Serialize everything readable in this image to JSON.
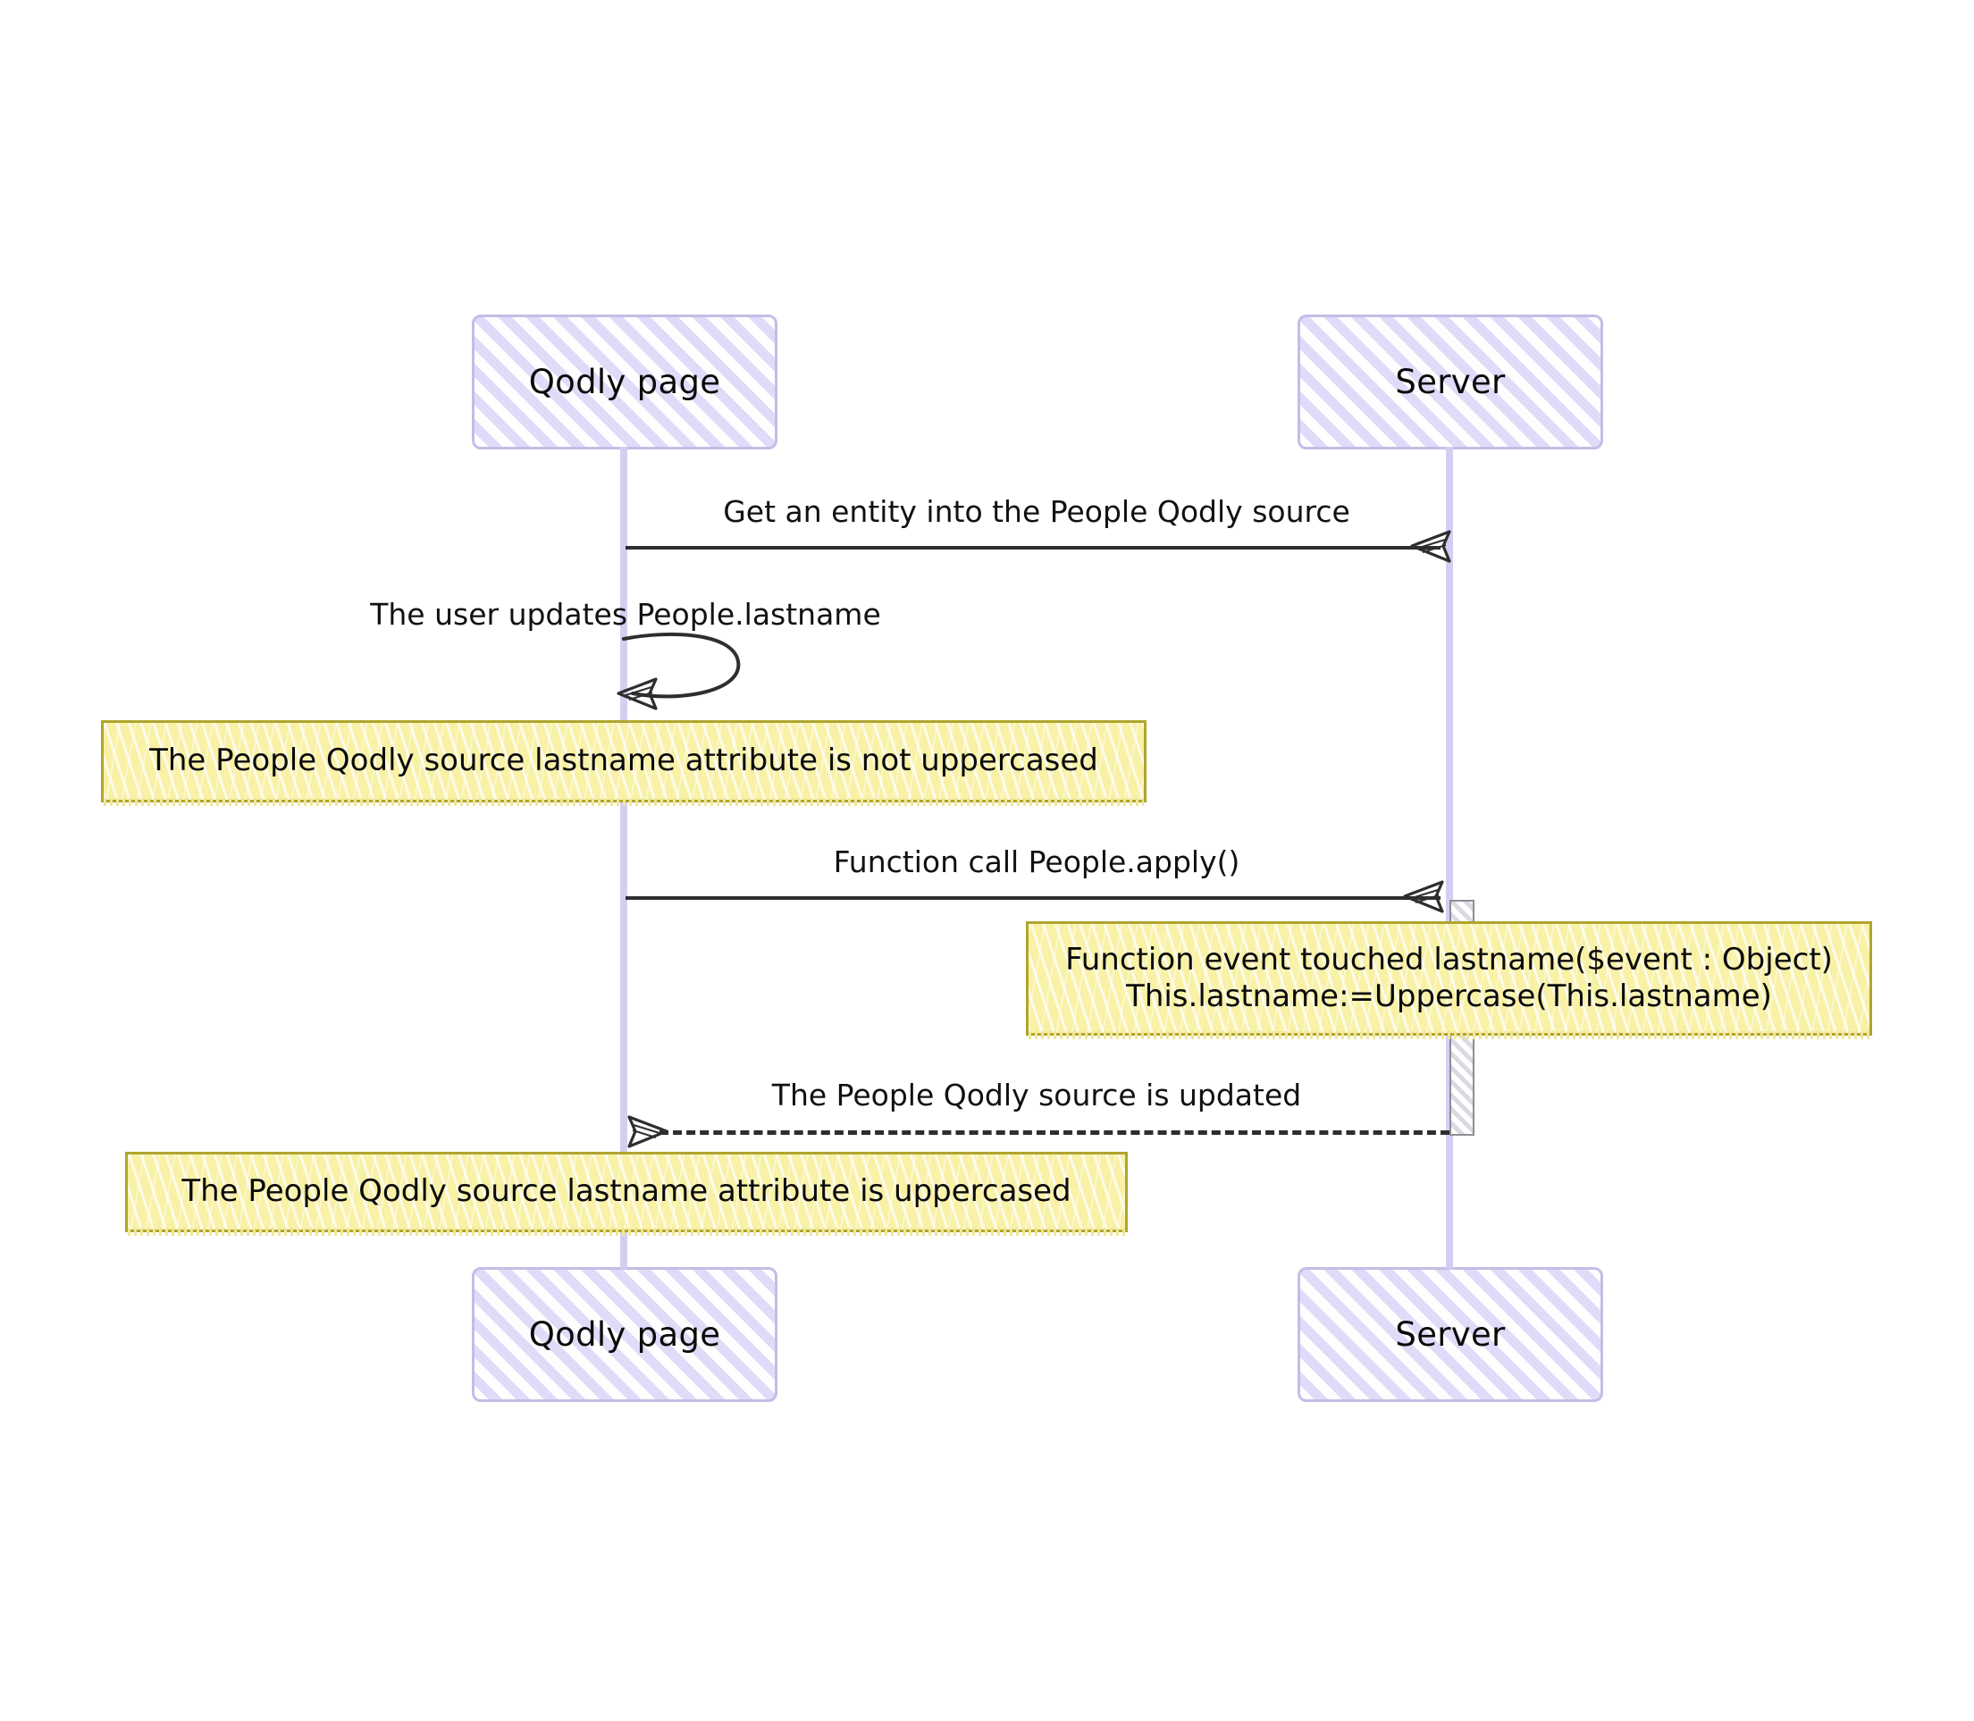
{
  "diagram": {
    "type": "sequence-diagram",
    "title": "Qodly page / Server lastname uppercase sequence",
    "background_color": "#ffffff",
    "accent_color": "#c6bce6",
    "note_color": "#f8f1a6",
    "note_border_color": "#b0a52e",
    "line_color": "#2e2e2e"
  },
  "participants": [
    {
      "id": "qodly",
      "label": "Qodly page"
    },
    {
      "id": "server",
      "label": "Server"
    }
  ],
  "participants_bottom": [
    {
      "id": "qodly",
      "label": "Qodly page"
    },
    {
      "id": "server",
      "label": "Server"
    }
  ],
  "messages": [
    {
      "id": "m1",
      "label": "Get an entity into the People Qodly source",
      "from": "qodly",
      "to": "server",
      "style": "solid",
      "direction": "right"
    },
    {
      "id": "m2",
      "label": "The user updates People.lastname",
      "from": "qodly",
      "to": "qodly",
      "style": "solid",
      "direction": "self"
    },
    {
      "id": "m3",
      "label": "Function call People.apply()",
      "from": "qodly",
      "to": "server",
      "style": "solid",
      "direction": "right"
    },
    {
      "id": "m4",
      "label": "The People Qodly source is updated",
      "from": "server",
      "to": "qodly",
      "style": "dashed",
      "direction": "left"
    }
  ],
  "notes": [
    {
      "id": "n1",
      "lines": [
        "The People Qodly source lastname attribute is not uppercased"
      ],
      "over": "qodly"
    },
    {
      "id": "n2",
      "lines": [
        "Function event touched lastname($event : Object)",
        "This.lastname:=Uppercase(This.lastname)"
      ],
      "over": "server"
    },
    {
      "id": "n3",
      "lines": [
        "The People Qodly source lastname attribute is uppercased"
      ],
      "over": "qodly"
    }
  ],
  "activations": [
    {
      "id": "a1",
      "participant": "server"
    }
  ]
}
